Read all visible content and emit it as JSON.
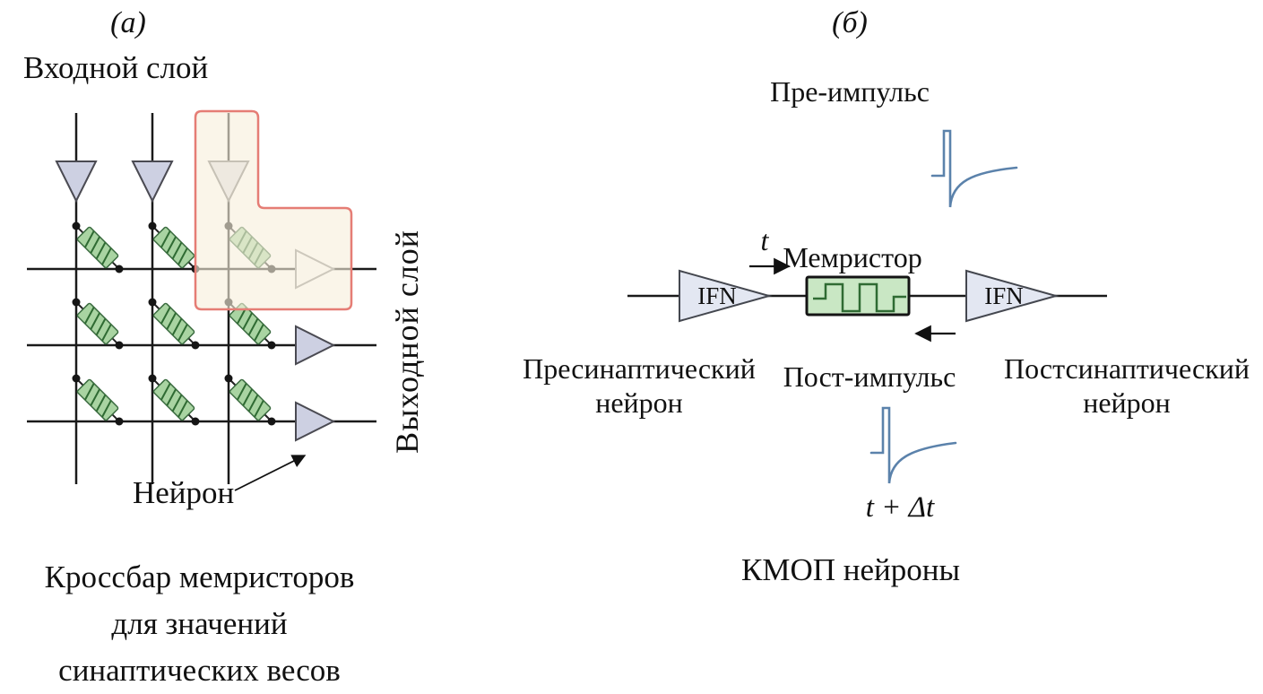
{
  "panel_a": {
    "label": "(а)",
    "input_layer_label": "Входной слой",
    "output_layer_label": "Выходной слой",
    "neuron_label": "Нейрон",
    "caption_line1": "Кроссбар мемристоров",
    "caption_line2": "для значений",
    "caption_line3": "синаптических весов",
    "grid": {
      "columns": 3,
      "rows": 3,
      "memristor_count": 9
    }
  },
  "panel_b": {
    "label": "(б)",
    "pre_pulse_label": "Пре-импульс",
    "t_label": "t",
    "memristor_label": "Мемристор",
    "ifn_left_label": "IFN",
    "ifn_right_label": "IFN",
    "presynaptic_label_line1": "Пресинаптический",
    "presynaptic_label_line2": "нейрон",
    "post_pulse_label": "Пост-импульс",
    "postsynaptic_label_line1": "Постсинаптический",
    "postsynaptic_label_line2": "нейрон",
    "t_delta_label": "t + Δt",
    "caption": "КМОП нейроны"
  },
  "colors": {
    "waveform_blue": "#5b82ab",
    "memristor_green": "#c9e7c4",
    "memristor_dark_green": "#2f6b33",
    "crossbar_memristor_fill": "#a9d4a2",
    "neuron_triangle_fill": "#cdd0e2",
    "ifn_triangle_fill": "#e3e7f2",
    "highlight_fill": "#f7efdb",
    "highlight_border": "#e57d75"
  }
}
